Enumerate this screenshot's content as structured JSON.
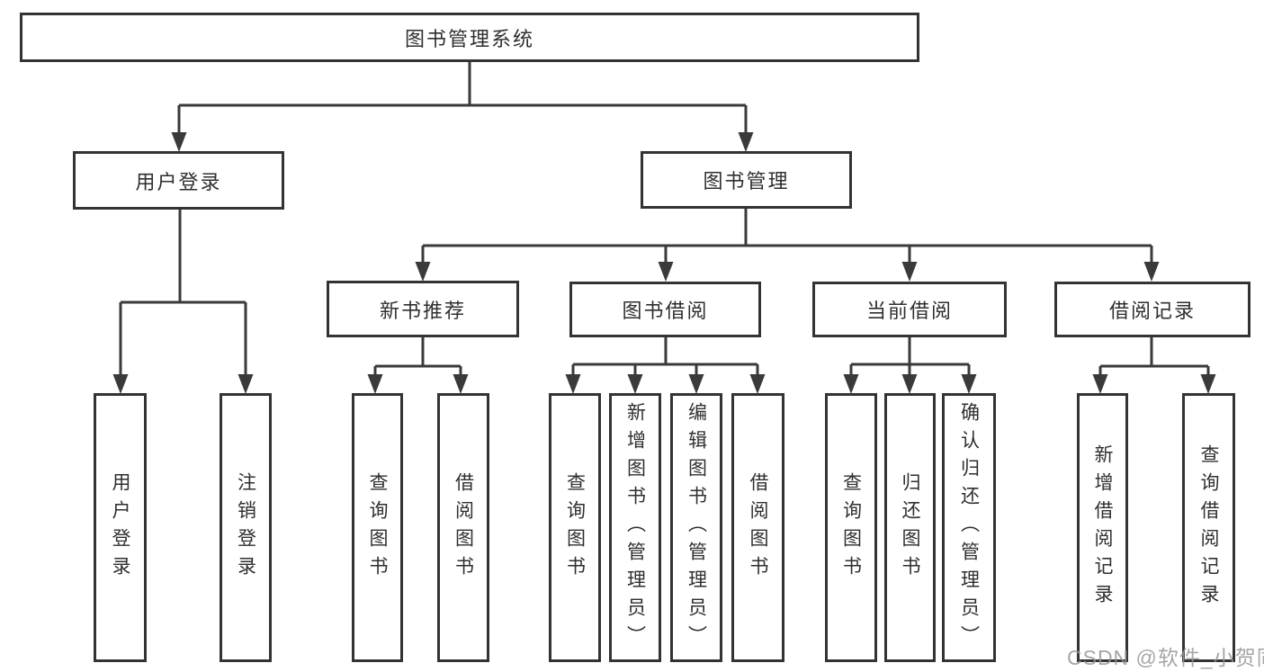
{
  "diagram": {
    "type": "hierarchy-tree",
    "watermark": "CSDN @软件_小贺同学",
    "colors": {
      "background": "#ffffff",
      "line": "#3a3a3a",
      "box_border": "#333333",
      "box_fill": "#ffffff",
      "text": "#2f2f2f",
      "watermark": "#969696"
    }
  },
  "tree": {
    "label": "图书管理系统",
    "children": [
      {
        "label": "用户登录",
        "children": [
          {
            "label": "用户登录"
          },
          {
            "label": "注销登录"
          }
        ]
      },
      {
        "label": "图书管理",
        "children": [
          {
            "label": "新书推荐",
            "children": [
              {
                "label": "查询图书"
              },
              {
                "label": "借阅图书"
              }
            ]
          },
          {
            "label": "图书借阅",
            "children": [
              {
                "label": "查询图书"
              },
              {
                "label": "新增图书（管理员）"
              },
              {
                "label": "编辑图书（管理员）"
              },
              {
                "label": "借阅图书"
              }
            ]
          },
          {
            "label": "当前借阅",
            "children": [
              {
                "label": "查询图书"
              },
              {
                "label": "归还图书"
              },
              {
                "label": "确认归还（管理员）"
              }
            ]
          },
          {
            "label": "借阅记录",
            "children": [
              {
                "label": "新增借阅记录"
              },
              {
                "label": "查询借阅记录"
              }
            ]
          }
        ]
      }
    ]
  }
}
